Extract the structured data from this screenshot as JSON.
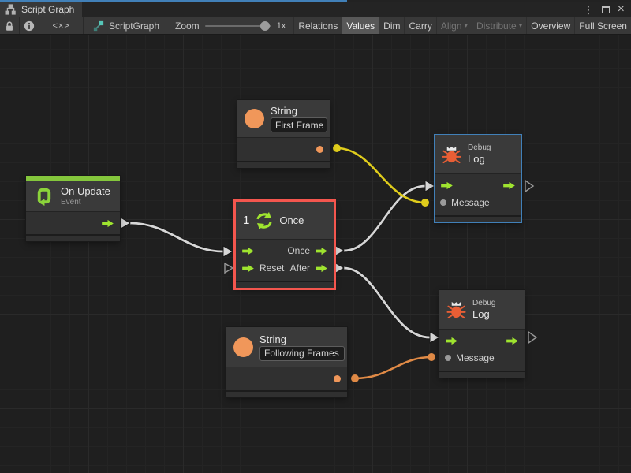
{
  "titlebar": {
    "tab_title": "Script Graph",
    "menu_glyph": "⋮",
    "close_glyph": "×"
  },
  "toolbar": {
    "code_icon_text": "<×>",
    "graph_name": "ScriptGraph",
    "zoom_label": "Zoom",
    "zoom_value": "1x",
    "caret": "▾",
    "buttons": [
      {
        "id": "relations",
        "label": "Relations",
        "active": false,
        "disabled": false
      },
      {
        "id": "values",
        "label": "Values",
        "active": true,
        "disabled": false
      },
      {
        "id": "dim",
        "label": "Dim",
        "active": false,
        "disabled": false
      },
      {
        "id": "carry",
        "label": "Carry",
        "active": false,
        "disabled": false
      },
      {
        "id": "align",
        "label": "Align",
        "active": false,
        "disabled": true,
        "dropdown": true
      },
      {
        "id": "distribute",
        "label": "Distribute",
        "active": false,
        "disabled": true,
        "dropdown": true
      },
      {
        "id": "overview",
        "label": "Overview",
        "active": false,
        "disabled": false
      },
      {
        "id": "fullscreen",
        "label": "Full Screen",
        "active": false,
        "disabled": false
      }
    ]
  },
  "nodes": {
    "string_first": {
      "title": "String",
      "value": "First Frame"
    },
    "on_update": {
      "title": "On Update",
      "subtitle": "Event"
    },
    "once": {
      "count": "1",
      "title": "Once",
      "out1": "Once",
      "reset": "Reset",
      "out2": "After",
      "selected": true
    },
    "debug_log_top": {
      "category": "Debug",
      "title": "Log",
      "input_label": "Message"
    },
    "debug_log_bottom": {
      "category": "Debug",
      "title": "Log",
      "input_label": "Message"
    },
    "string_following": {
      "title": "String",
      "value": "Following Frames"
    }
  },
  "colors": {
    "accent-green": "#9fe42f",
    "node-green": "#84c63c",
    "wire-white": "#d6d6d6",
    "wire-yellow": "#e0cd1c",
    "wire-orange": "#e08a46",
    "selection-red": "#f4564e",
    "selection-blue": "#4180b8",
    "value-orange": "#f0975a"
  }
}
